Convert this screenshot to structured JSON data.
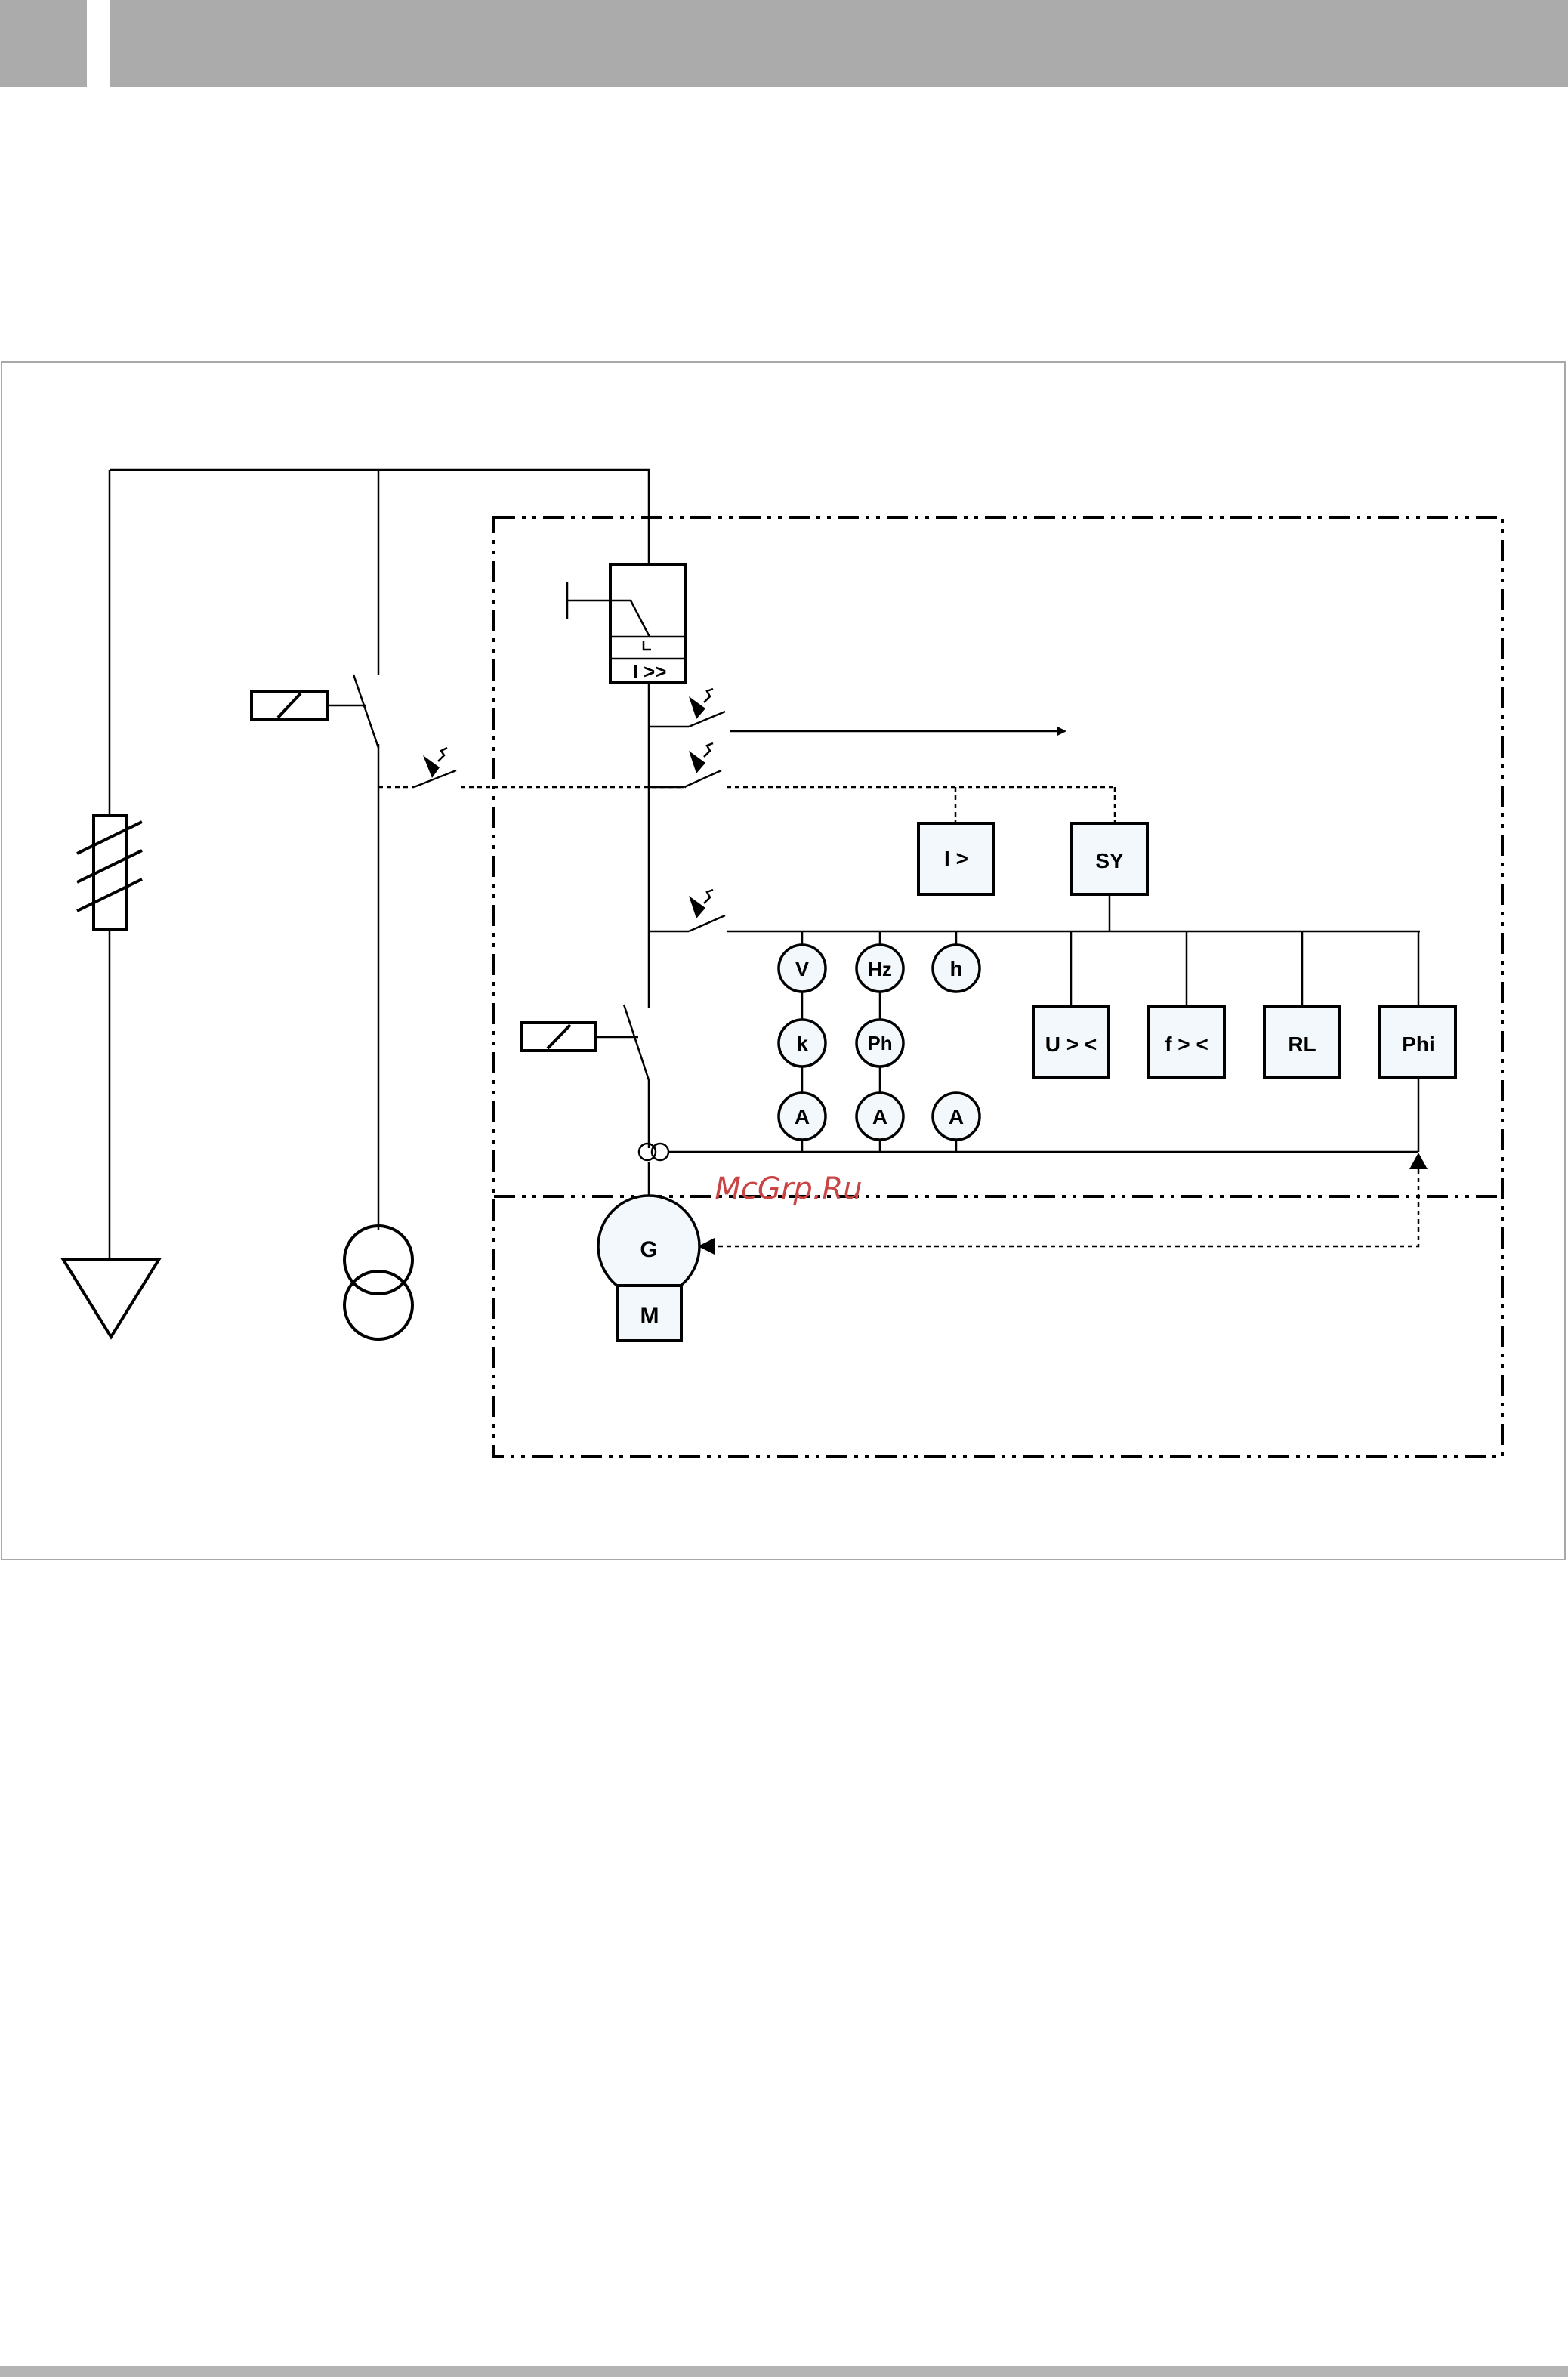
{
  "header": {
    "accent_color": "#ababab"
  },
  "footer": {
    "accent_color": "#b4b4b4"
  },
  "diagram": {
    "protection_label": "I >>",
    "relay_boxes": {
      "overcurrent": "I >",
      "sync": "SY",
      "voltage": "U > <",
      "frequency": "f > <",
      "reverse_power": "RL",
      "phase": "Phi"
    },
    "meters": {
      "voltmeter": "V",
      "frequency_meter": "Hz",
      "hour_meter": "h",
      "kw_meter": "k",
      "power_factor_meter": "Ph",
      "ammeter_1": "A",
      "ammeter_2": "A",
      "ammeter_3": "A"
    },
    "generator_label": "G",
    "motor_label": "M"
  },
  "watermark": "McGrp.Ru"
}
